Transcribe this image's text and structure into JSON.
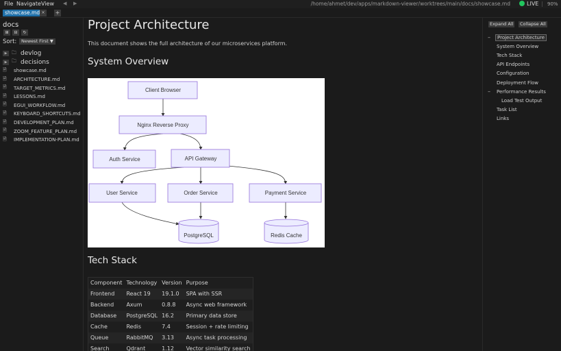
{
  "menu": {
    "file": "File",
    "navigate": "Navigate",
    "view": "View",
    "back": "◀",
    "forward": "▶"
  },
  "path": "/home/ahmet/dev/apps/markdown-viewer/worktrees/main/docs/showcase.md",
  "live": "LIVE",
  "zoom": "90%",
  "tabs": {
    "active": "showcase.md",
    "close": "×",
    "add": "+"
  },
  "sidebar": {
    "title": "docs",
    "sort_label": "Sort:",
    "sort_value": "Newest First ▼",
    "folders": [
      {
        "name": "devlog"
      },
      {
        "name": "decisions"
      }
    ],
    "files": [
      {
        "name": "showcase.md"
      },
      {
        "name": "ARCHITECTURE.md"
      },
      {
        "name": "TARGET_METRICS.md"
      },
      {
        "name": "LESSONS.md"
      },
      {
        "name": "EGUI_WORKFLOW.md"
      },
      {
        "name": "KEYBOARD_SHORTCUTS.md"
      },
      {
        "name": "DEVELOPMENT_PLAN.md"
      },
      {
        "name": "ZOOM_FEATURE_PLAN.md"
      },
      {
        "name": "IMPLEMENTATION-PLAN.md"
      }
    ]
  },
  "doc": {
    "title": "Project Architecture",
    "intro": "This document shows the full architecture of our microservices platform.",
    "h_overview": "System Overview",
    "h_stack": "Tech Stack",
    "diagram_nodes": {
      "client": "Client Browser",
      "nginx": "Nginx Reverse Proxy",
      "auth": "Auth Service",
      "gateway": "API Gateway",
      "user": "User Service",
      "order": "Order Service",
      "payment": "Payment Service",
      "postgres": "PostgreSQL",
      "redis": "Redis Cache"
    },
    "stack_table": {
      "headers": [
        "Component",
        "Technology",
        "Version",
        "Purpose"
      ],
      "rows": [
        [
          "Frontend",
          "React 19",
          "19.1.0",
          "SPA with SSR"
        ],
        [
          "Backend",
          "Axum",
          "0.8.8",
          "Async web framework"
        ],
        [
          "Database",
          "PostgreSQL",
          "16.2",
          "Primary data store"
        ],
        [
          "Cache",
          "Redis",
          "7.4",
          "Session + rate limiting"
        ],
        [
          "Queue",
          "RabbitMQ",
          "3.13",
          "Async task processing"
        ],
        [
          "Search",
          "Qdrant",
          "1.12",
          "Vector similarity search"
        ]
      ]
    }
  },
  "outline": {
    "expand_all": "Expand All",
    "collapse_all": "Collapse All",
    "items": [
      {
        "label": "Project Architecture",
        "marker": "–"
      },
      {
        "label": "System Overview",
        "marker": ""
      },
      {
        "label": "Tech Stack",
        "marker": ""
      },
      {
        "label": "API Endpoints",
        "marker": ""
      },
      {
        "label": "Configuration",
        "marker": ""
      },
      {
        "label": "Deployment Flow",
        "marker": ""
      },
      {
        "label": "Performance Results",
        "marker": "–"
      },
      {
        "label": "Load Test Output",
        "marker": ""
      },
      {
        "label": "Task List",
        "marker": ""
      },
      {
        "label": "Links",
        "marker": ""
      }
    ]
  },
  "colors": {
    "accent": "#1e6fa8",
    "live": "#22c55e",
    "node_fill": "#ececff",
    "node_stroke": "#9370db"
  }
}
